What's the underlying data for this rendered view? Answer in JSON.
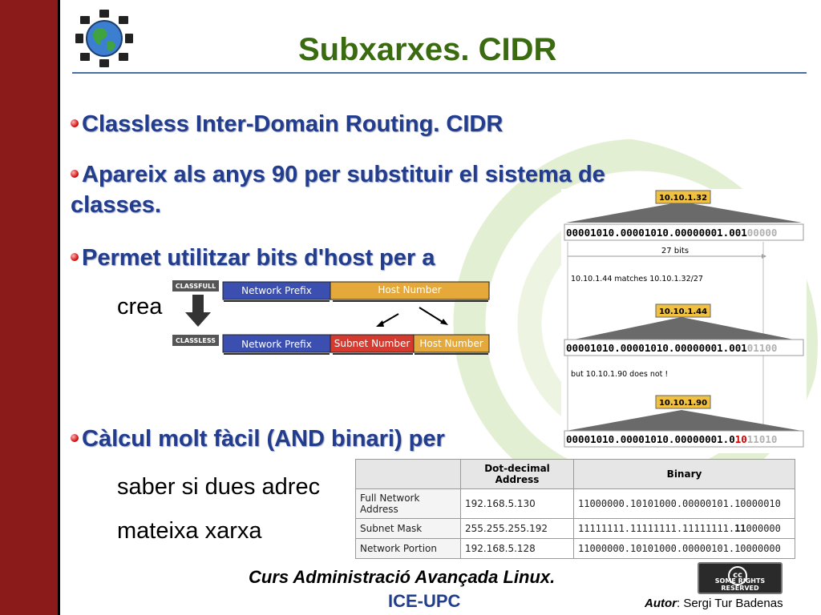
{
  "slide": {
    "title": "Subxarxes. CIDR",
    "bullets": [
      "Classless Inter-Domain Routing. CIDR",
      "Apareix als anys 90 per substituir el sistema de classes.",
      "Permet utilitzar bits d'host per a",
      "Càlcul molt fàcil (AND binari) per"
    ],
    "bullet2_line1": "Apareix als anys 90 per substituir el sistema de",
    "bullet2_line2": "classes.",
    "cont_crea": "crea",
    "cont_saber": "saber si dues adrec",
    "cont_mateixa": "mateixa xarxa"
  },
  "addressing_diagram": {
    "classfull_label": "CLASSFULL",
    "classless_label": "CLASSLESS",
    "network_prefix": "Network Prefix",
    "host_number": "Host Number",
    "subnet_number": "Subnet Number",
    "colors": {
      "network": "#3b4fb0",
      "host": "#e5a93b",
      "subnet": "#d63a2f",
      "tag": "#555555"
    }
  },
  "cidr_match_diagram": {
    "prefix_addr": "10.10.1.32",
    "prefix_bin_match": "00001010.00001010.00000001.001",
    "prefix_bin_rest": "00000",
    "bits_label": "27 bits",
    "match_note": "10.10.1.44 matches 10.10.1.32/27",
    "addr2": "10.10.1.44",
    "addr2_bin_match": "00001010.00001010.00000001.001",
    "addr2_bin_rest": "01100",
    "nomatch_note": "but 10.10.1.90 does not !",
    "addr3": "10.10.1.90",
    "addr3_bin_match": "00001010.00001010.00000001.0",
    "addr3_bin_diff": "10",
    "addr3_bin_rest": "11010"
  },
  "binary_table": {
    "headers": [
      "",
      "Dot-decimal Address",
      "Binary"
    ],
    "rows": [
      {
        "label": "Full Network Address",
        "dec": "192.168.5.130",
        "bin_a": "11000000.10101000.00000101.10000010",
        "bin_b": "",
        "bin_c": ""
      },
      {
        "label": "Subnet Mask",
        "dec": "255.255.255.192",
        "bin_a": "11111111.11111111.11111111.",
        "bin_b": "11",
        "bin_c": "000000"
      },
      {
        "label": "Network Portion",
        "dec": "192.168.5.128",
        "bin_a": "11000000.10101000.00000101.10000000",
        "bin_b": "",
        "bin_c": ""
      }
    ]
  },
  "footer": {
    "course": "Curs Administració Avançada Linux.",
    "org": "ICE-UPC",
    "author_label": "Autor",
    "author_name": ": Sergi Tur Badenas",
    "cc_symbol": "cc",
    "cc_text": "SOME RIGHTS RESERVED"
  },
  "icons": {
    "logo": "globe-computers-logo",
    "bullet": "red-ball-bullet-icon",
    "cc": "creative-commons-badge-icon"
  }
}
